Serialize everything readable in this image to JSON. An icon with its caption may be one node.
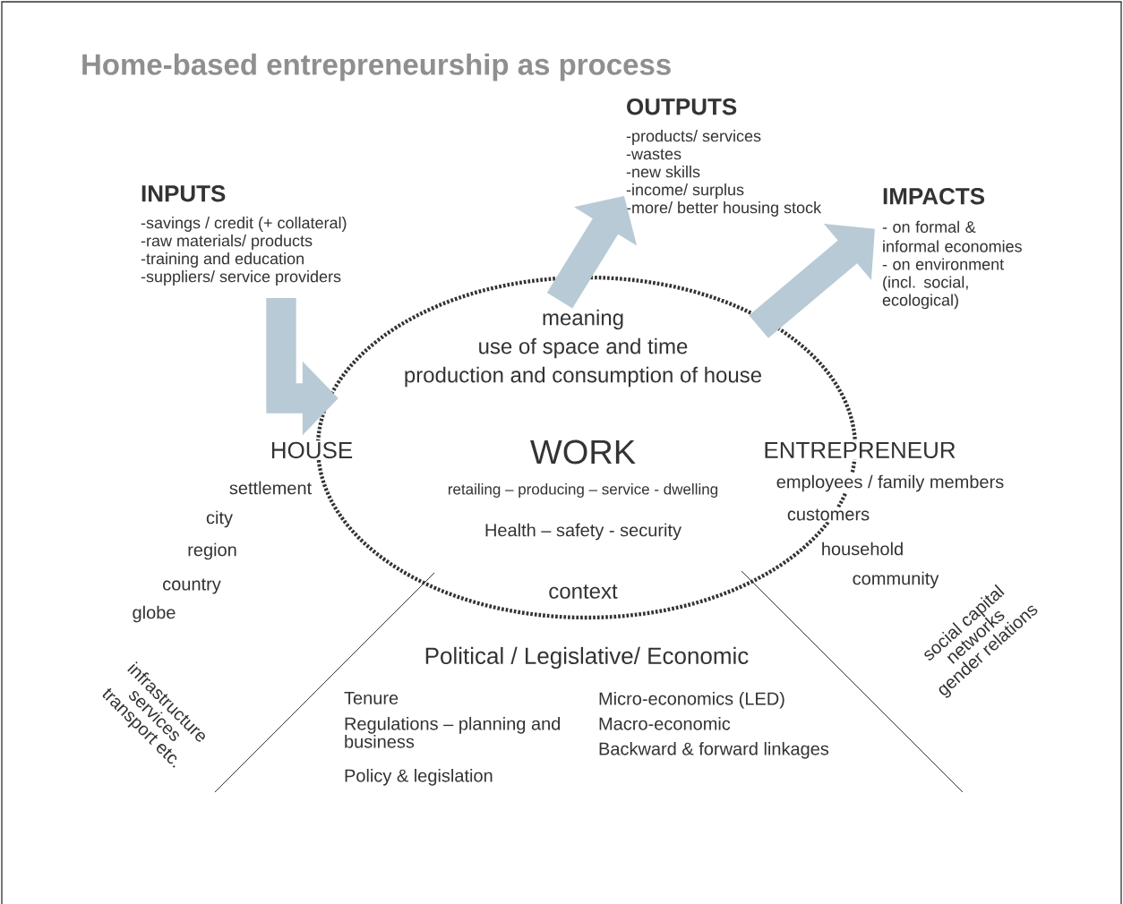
{
  "diagram": {
    "title": "Home-based entrepreneurship as process",
    "nodes": [
      {
        "text": [
          "INPUTS",
          "-savings / credit (+ collateral)",
          "-raw materials/ products",
          "-training and education",
          "-suppliers/ service providers"
        ]
      },
      {
        "text": [
          "meaning",
          "use of space and time",
          "production and consumption of house",
          "WORK",
          "retailing – producing – service - dwelling",
          "Health – safety - security",
          "context"
        ]
      },
      {
        "text": [
          "OUTPUTS",
          "-products/ services",
          "-wastes",
          "-new skills",
          "-income/ surplus",
          "-more/ better housing stock"
        ]
      },
      {
        "text": [
          "IMPACTS",
          "- on formal & informal economies",
          "- on environment (incl. social, ecological)"
        ]
      }
    ],
    "edges": [
      {
        "from": 0,
        "to": 1,
        "arrow": "to"
      },
      {
        "from": 1,
        "to": 2,
        "arrow": "to"
      },
      {
        "from": 1,
        "to": 3,
        "arrow": "to"
      }
    ],
    "labels": [
      "HOUSE",
      "ENTREPRENEUR",
      "settlement",
      "employees / family members",
      "city",
      "customers",
      "region",
      "household",
      "country",
      "community",
      "globe",
      "social capital",
      "networks",
      "gender relations",
      "Political / Legislative/ Economic",
      "infrastructure",
      "services",
      "transport etc.",
      "Tenure",
      "Regulations – planning and business",
      "Policy & legislation",
      "Micro-economics (LED)",
      "Macro-economic",
      "Backward & forward linkages"
    ]
  }
}
